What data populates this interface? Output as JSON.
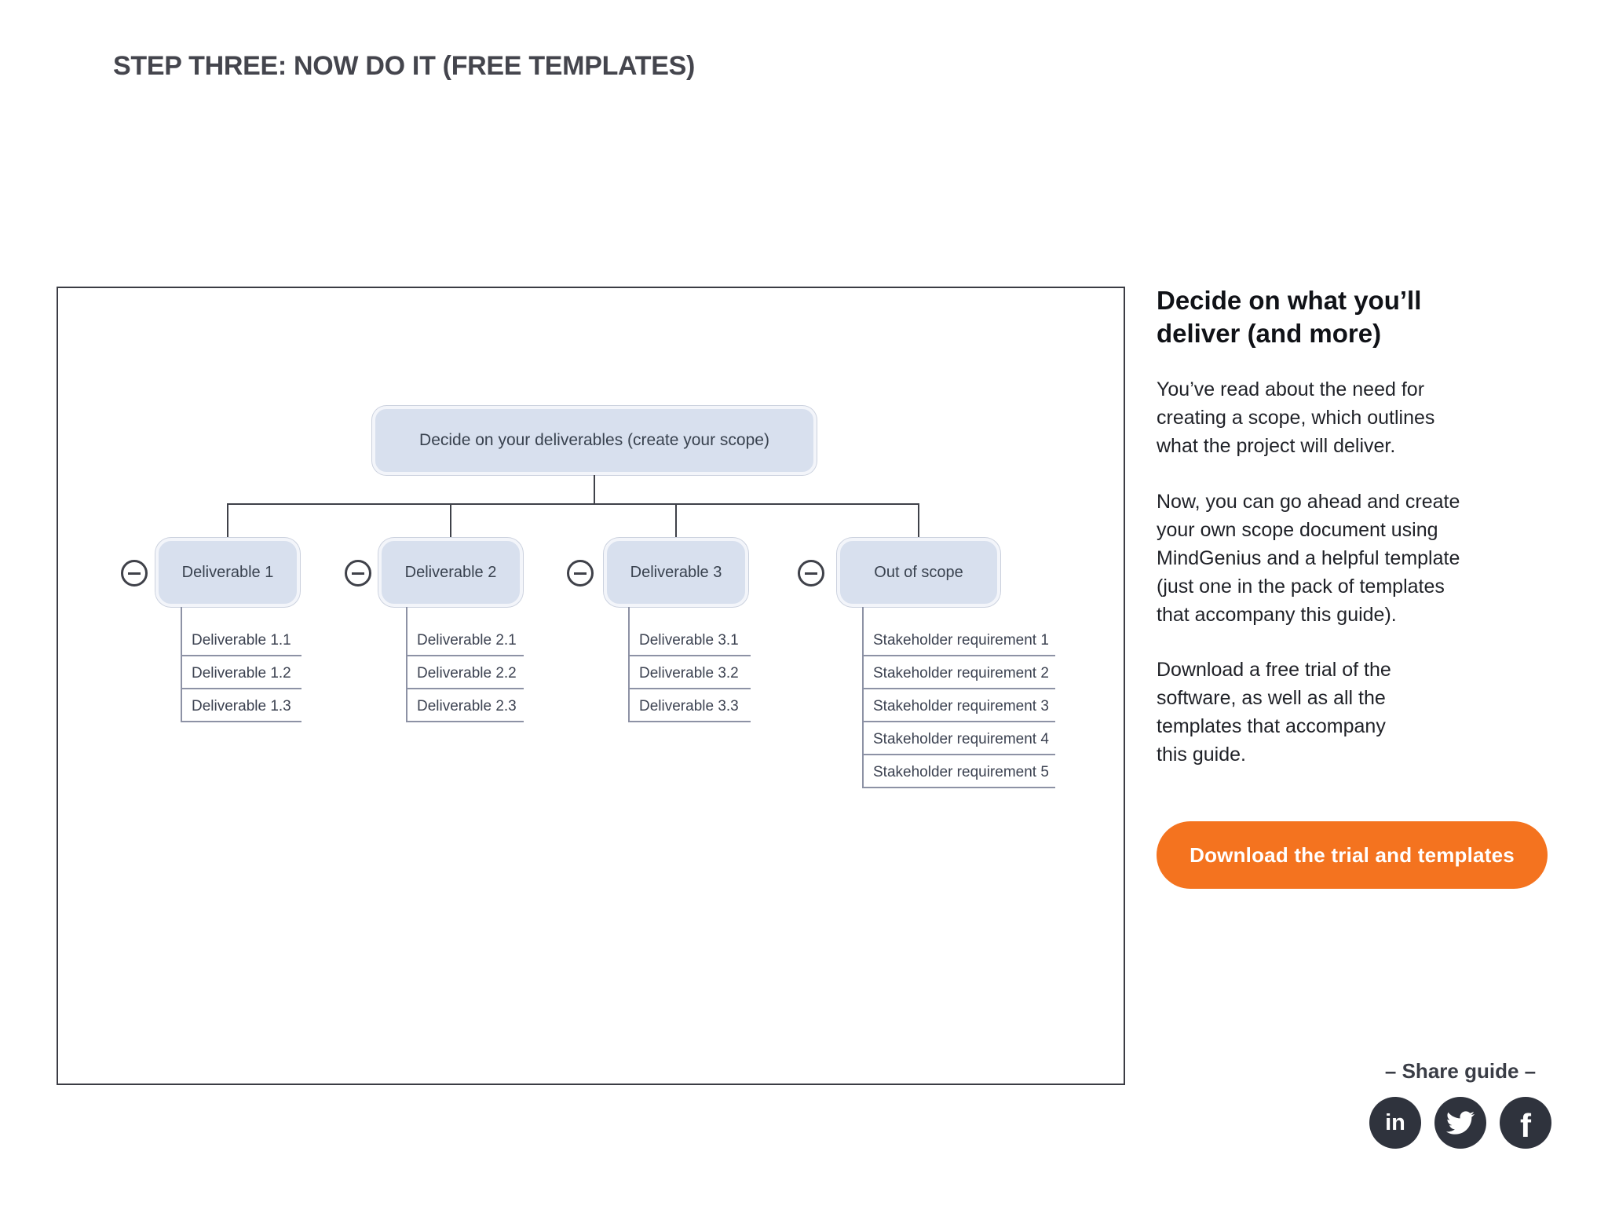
{
  "page": {
    "title": "STEP THREE: NOW DO IT (FREE TEMPLATES)"
  },
  "diagram": {
    "root_label": "Decide on your deliverables (create your scope)",
    "branches": [
      {
        "label": "Deliverable 1",
        "children": [
          "Deliverable 1.1",
          "Deliverable 1.2",
          "Deliverable 1.3"
        ]
      },
      {
        "label": "Deliverable 2",
        "children": [
          "Deliverable 2.1",
          "Deliverable 2.2",
          "Deliverable 2.3"
        ]
      },
      {
        "label": "Deliverable 3",
        "children": [
          "Deliverable 3.1",
          "Deliverable 3.2",
          "Deliverable 3.3"
        ]
      },
      {
        "label": "Out of scope",
        "children": [
          "Stakeholder requirement 1",
          "Stakeholder requirement 2",
          "Stakeholder requirement 3",
          "Stakeholder requirement 4",
          "Stakeholder requirement 5"
        ]
      }
    ]
  },
  "sidebar": {
    "heading": "Decide on what you’ll\ndeliver (and more)",
    "paragraphs": [
      "You’ve read about the need for\ncreating a scope, which outlines\nwhat the project will deliver.",
      "Now, you can go ahead and create\nyour own scope document using\nMindGenius and a helpful template\n(just one in the pack of templates\nthat accompany this guide).",
      "Download a free trial of the\nsoftware, as well as all the\ntemplates that accompany\nthis guide."
    ],
    "button_label": "Download the trial and templates",
    "share_label": "– Share guide –",
    "social": {
      "linkedin_label": "in",
      "facebook_label": "f"
    }
  },
  "colors": {
    "accent_orange": "#F4731F",
    "node_fill": "#D8E0EE",
    "connector_dark": "#3F4149",
    "connector_light": "#8D92A5",
    "social_circle": "#2F333D"
  }
}
